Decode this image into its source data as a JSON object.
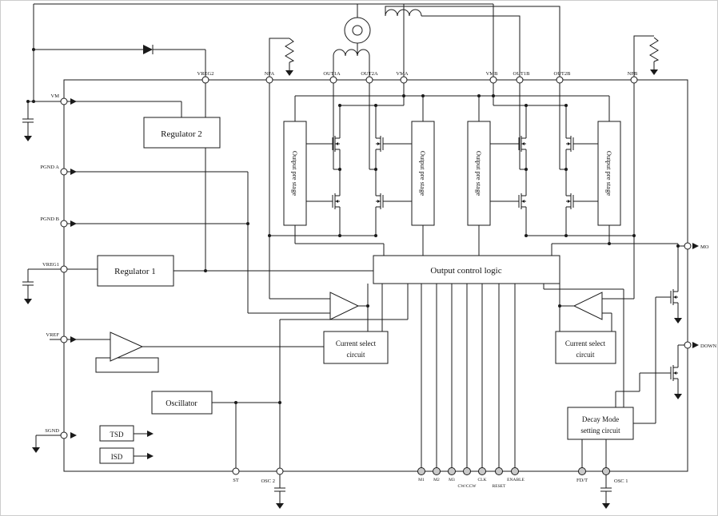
{
  "colors": {
    "line": "#1a1a1a",
    "terminal_gray": "#c9c9c9",
    "background": "#ffffff"
  },
  "pins": {
    "top": [
      "VREG2",
      "NFA",
      "OUT1A",
      "OUT2A",
      "VMA",
      "VMB",
      "OUT1B",
      "OUT2B",
      "NFB"
    ],
    "left": [
      "VM",
      "PGND A",
      "PGND B",
      "VREG1",
      "VREF",
      "SGND"
    ],
    "right": [
      "MO",
      "DOWN"
    ],
    "bottom": [
      "ST",
      "OSC 2",
      "M1",
      "M2",
      "M3",
      "CW/CCW",
      "CLK",
      "RESET",
      "ENABLE",
      "FD/T",
      "OSC 1"
    ]
  },
  "blocks": {
    "regulator2": "Regulator 2",
    "regulator1": "Regulator 1",
    "oscillator": "Oscillator",
    "tsd": "TSD",
    "isd": "ISD",
    "output_pre_stage": "Output pre stage",
    "output_control_logic": "Output control logic",
    "current_select_line1": "Current select",
    "current_select_line2": "circuit",
    "decay_line1": "Decay Mode",
    "decay_line2": "setting circuit"
  }
}
